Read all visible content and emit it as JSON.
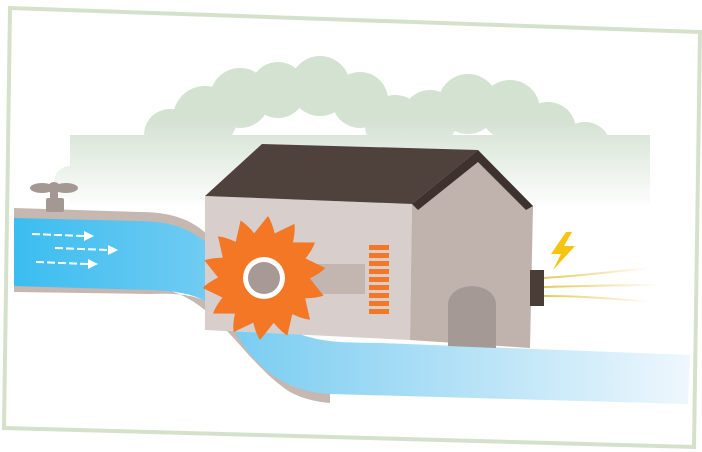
{
  "illustration": {
    "subject": "hydroelectric-water-mill",
    "elements": [
      "tilted-card-frame",
      "clouds",
      "water-tap",
      "water-flow-arrows",
      "water-channel",
      "mill-house",
      "orange-water-wheel",
      "orange-vent",
      "arched-door",
      "generator-box",
      "lightning-bolt",
      "electric-wires"
    ],
    "flow_arrow_count": 3,
    "vent_slat_count": 9,
    "wheel_tooth_count": 14
  },
  "colors": {
    "frame_border": "#d6e1cc",
    "cloud": "#d4e2d2",
    "water_start": "#3bbdf0",
    "water_end": "#eef7fd",
    "channel_wall": "#c7b7b1",
    "roof": "#4f423d",
    "house_front": "#d8cfcc",
    "house_side": "#c0b2ac",
    "wheel": "#f37724",
    "wheel_hub": "#a79a95",
    "vent": "#f37724",
    "door": "#a59995",
    "generator": "#4a3d37",
    "lightning": "#f6c40f",
    "tap": "#a49893"
  }
}
